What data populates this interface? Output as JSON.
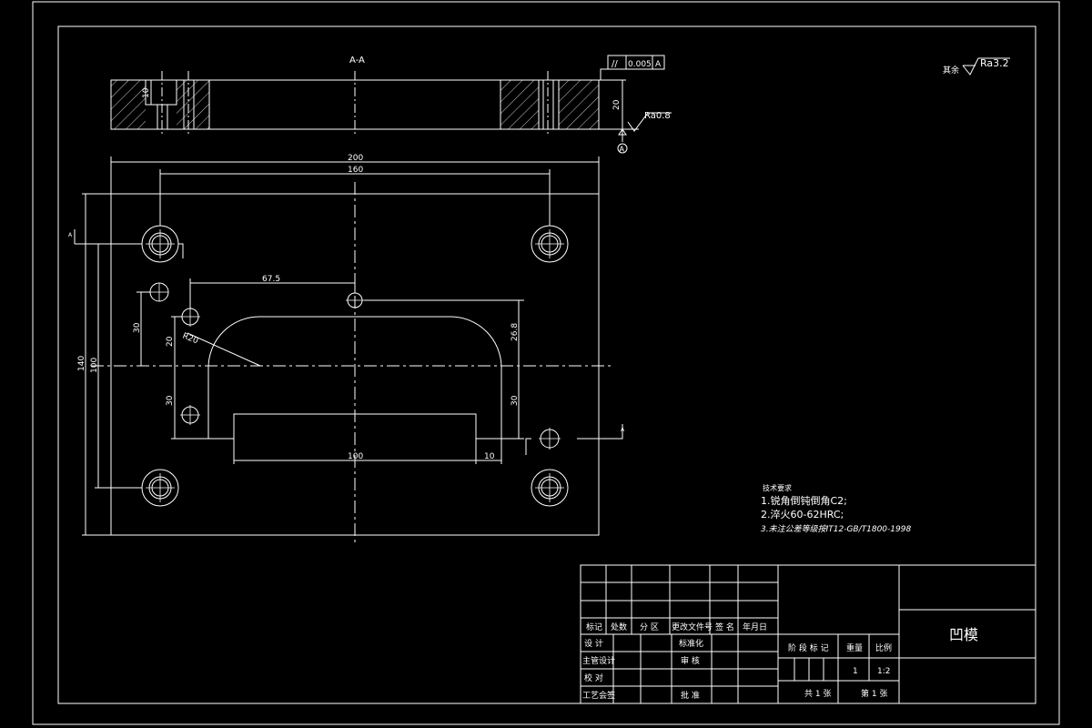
{
  "drawing": {
    "section_label": "A-A",
    "section_marks": [
      "A",
      "A"
    ],
    "surface_finish_general": {
      "prefix": "其余",
      "value": "Ra3.2"
    },
    "surface_finish_top": "Ra0.8",
    "tolerance": {
      "symbol": "//",
      "value": "0.005",
      "datum": "A"
    },
    "datum_circle": "A",
    "section_dims": {
      "counterbore_depth": "10",
      "thickness": "20"
    },
    "dims": {
      "w200": "200",
      "w160": "160",
      "d67_5": "67.5",
      "d26_8": "26.8",
      "h140": "140",
      "h100": "100",
      "h30a": "30",
      "h20": "20",
      "h30b": "30",
      "h30c": "30",
      "r20": "R20",
      "w100": "100",
      "w10": "10"
    }
  },
  "notes": {
    "title": "技术要求",
    "lines": [
      "1.锐角倒钝倒角C2;",
      "2.淬火60-62HRC;",
      "3.未注公差等级按IT12-GB/T1800-1998"
    ]
  },
  "title_block": {
    "part_name": "凹模",
    "headers": [
      "标记",
      "处数",
      "分 区",
      "更改文件号",
      "签 名",
      "年月日"
    ],
    "roles_left": [
      "设 计",
      "主管设计",
      "校 对",
      "工艺会签"
    ],
    "roles_right": [
      "标准化",
      "审 核",
      "批 准"
    ],
    "stage_label": "阶 段 标 记",
    "weight_label": "重量",
    "scale_label": "比例",
    "quantity": "1",
    "scale": "1:2",
    "sheets_total": "共 1 张",
    "sheet_no": "第 1 张"
  }
}
